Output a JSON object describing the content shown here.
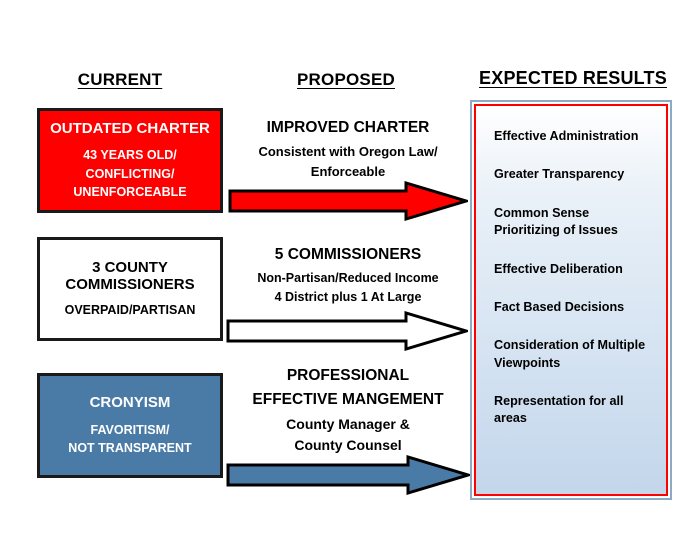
{
  "diagram": {
    "columns": {
      "current": {
        "heading": "CURRENT"
      },
      "proposed": {
        "heading": "PROPOSED"
      },
      "results": {
        "heading": "EXPECTED RESULTS"
      }
    },
    "rows": [
      {
        "id": "charter",
        "current": {
          "title": "OUTDATED CHARTER",
          "details": "43 YEARS OLD/\nCONFLICTING/\nUNENFORCEABLE",
          "fill_color": "#FE0000",
          "text_color": "#FFFFFF"
        },
        "proposed": {
          "title": "IMPROVED CHARTER",
          "details": "Consistent with Oregon Law/\nEnforceable"
        },
        "arrow": {
          "name": "red-arrow",
          "fill_color": "#FE0000",
          "stroke_color": "#000000"
        }
      },
      {
        "id": "commissioners",
        "current": {
          "title": "3 COUNTY\nCOMMISSIONERS",
          "details": "OVERPAID/PARTISAN",
          "fill_color": "#FFFFFF",
          "text_color": "#000000"
        },
        "proposed": {
          "title": "5 COMMISSIONERS",
          "details": "Non-Partisan/Reduced Income\n4 District plus 1 At Large"
        },
        "arrow": {
          "name": "white-arrow",
          "fill_color": "#FFFFFF",
          "stroke_color": "#000000"
        }
      },
      {
        "id": "management",
        "current": {
          "title": "CRONYISM",
          "details": "FAVORITISM/\nNOT TRANSPARENT",
          "fill_color": "#4A7BA7",
          "text_color": "#FFFFFF"
        },
        "proposed": {
          "title": "PROFESSIONAL\nEFFECTIVE MANGEMENT",
          "details": "County Manager &\nCounty Counsel"
        },
        "arrow": {
          "name": "blue-arrow",
          "fill_color": "#4A7BA7",
          "stroke_color": "#000000"
        }
      }
    ],
    "results_panel": {
      "outer_border_color": "#8DA9C4",
      "inner_border_color": "#FE0000",
      "items": [
        "Effective Administration",
        "Greater Transparency",
        "Common Sense\nPrioritizing  of Issues",
        "Effective Deliberation",
        "Fact Based Decisions",
        "Consideration of Multiple\nViewpoints",
        "Representation for all\nareas"
      ]
    }
  }
}
